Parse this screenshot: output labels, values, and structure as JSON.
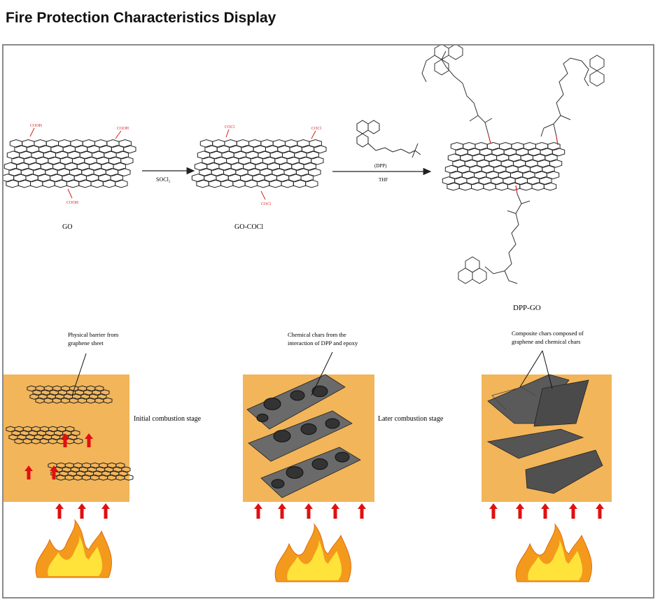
{
  "title": "Fire Protection Characteristics Display",
  "reaction": {
    "go_label": "GO",
    "go_coocl_label": "GO-COCl",
    "dpp_go_label": "DPP-GO",
    "reagent_1": "SOCl₂",
    "reagent_2_top": "(DPP)",
    "reagent_2_bottom": "THF",
    "group_cooh": "COOH",
    "group_cocl": "COCl"
  },
  "combustion": {
    "annotation_1": [
      "Physical barrier from",
      "graphene sheet"
    ],
    "annotation_2": [
      "Chemical chars from the",
      "interaction of DPP and epoxy"
    ],
    "annotation_3": [
      "Composite chars composed of",
      "graphene and chemical chars"
    ],
    "stage_1_label": "Initial combustion stage",
    "stage_2_label": "Later combustion stage"
  },
  "colors": {
    "panel_fill": "#f2b55a",
    "arrow": "#e01010",
    "flame_outer": "#f39a1c",
    "flame_inner": "#ffe23a",
    "functional_group": "#d12020",
    "char": "#4a4a4a"
  }
}
